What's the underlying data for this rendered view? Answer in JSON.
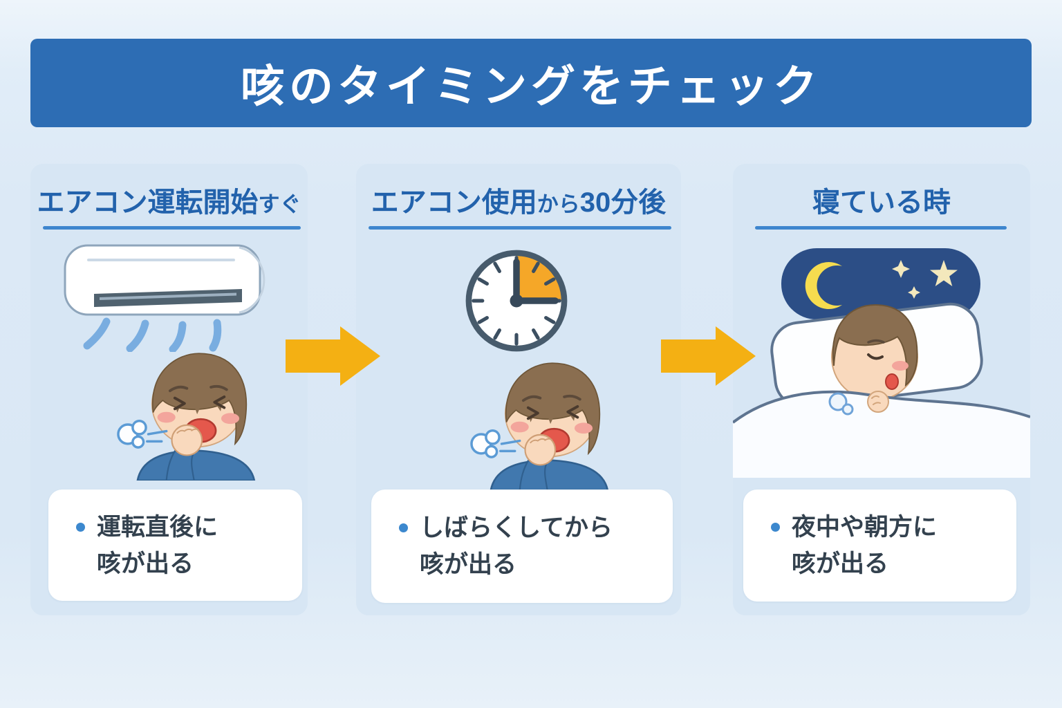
{
  "title": {
    "text": "咳のタイミングをチェック"
  },
  "panels": [
    {
      "heading": {
        "seg1": "エアコン運転開始",
        "seg2": "すぐ"
      },
      "illustration": "air-conditioner blowing air and coughing child",
      "bullet": {
        "line1": "運転直後に",
        "line2": "咳が出る"
      }
    },
    {
      "heading": {
        "seg1": "エアコン使用",
        "seg2": "から",
        "seg3": "30分後"
      },
      "illustration": "clock showing elapsed time and coughing child",
      "bullet": {
        "line1": "しばらくしてから",
        "line2": "咳が出る"
      }
    },
    {
      "heading": {
        "seg1": "寝ている時"
      },
      "illustration": "night sky with moon and stars, child sleeping in bed",
      "bullet": {
        "line1": "夜中や朝方に",
        "line2": "咳が出る"
      }
    }
  ],
  "colors": {
    "banner_blue": "#2D6DB4",
    "heading_blue": "#2262AC",
    "underline_blue": "#3E86CE",
    "panel_bg": "#D7E6F4",
    "page_bg": "#DCE9F6",
    "box_white": "#FFFFFF",
    "text_dark": "#33414E",
    "bullet_dot_blue": "#3C88CE",
    "arrow_yellow": "#F4B013",
    "clock_orange": "#F5A728",
    "night_navy": "#2C4E86",
    "moon_yellow": "#F6DC4F",
    "air_stream_blue": "#79ADE0",
    "shirt_blue": "#4178AE",
    "hair_brown": "#8A6E50",
    "skin": "#F9D9BD"
  }
}
